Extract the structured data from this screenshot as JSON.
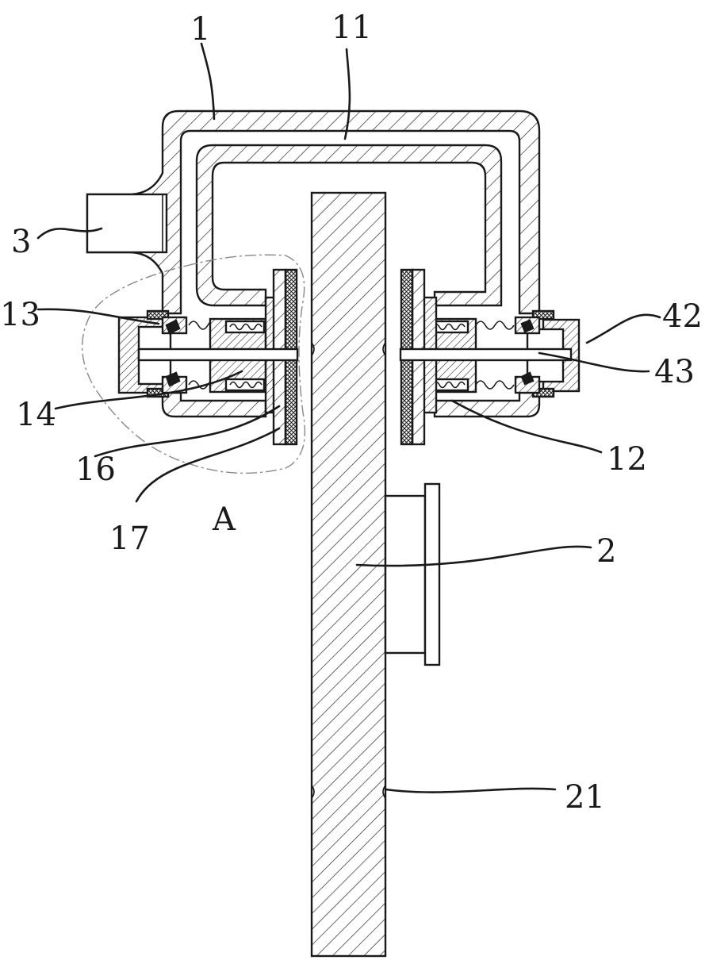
{
  "labels": {
    "l1": "1",
    "l11": "11",
    "l3": "3",
    "l42": "42",
    "l13": "13",
    "l43": "43",
    "l14": "14",
    "l12": "12",
    "l16": "16",
    "l17": "17",
    "lA": "A",
    "l2": "2",
    "l21": "21"
  },
  "colors": {
    "line": "#1a1a1a",
    "background": "#ffffff",
    "detail_boundary": "#888888"
  }
}
